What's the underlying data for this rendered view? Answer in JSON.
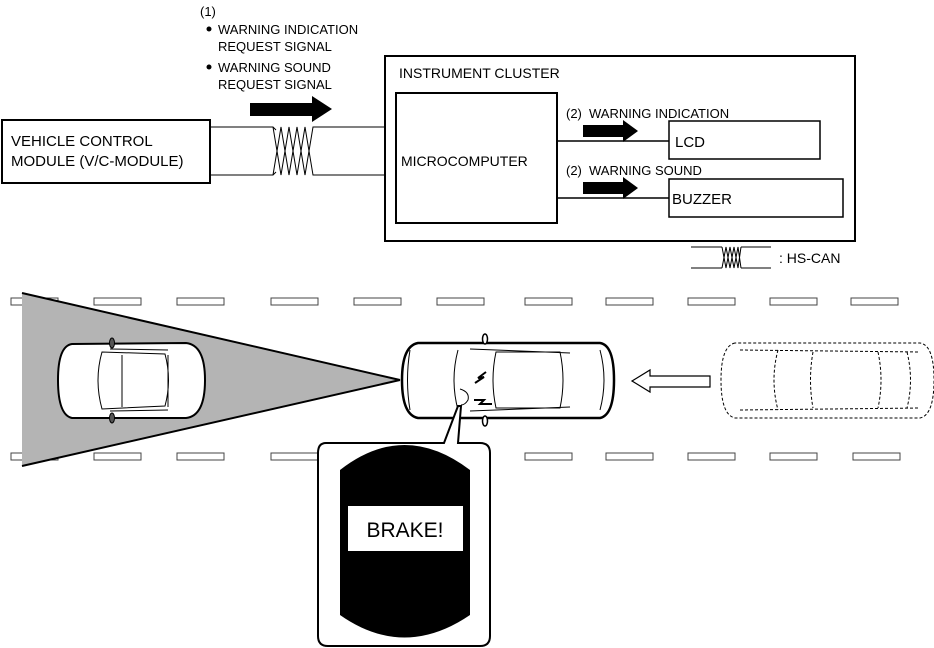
{
  "signal_label": {
    "number": "(1)",
    "items": [
      [
        "WARNING INDICATION",
        "REQUEST SIGNAL"
      ],
      [
        "WARNING SOUND",
        "REQUEST SIGNAL"
      ]
    ]
  },
  "vcm_box": {
    "line1": "VEHICLE CONTROL",
    "line2": "MODULE (V/C-MODULE)"
  },
  "instrument_cluster": {
    "title": "INSTRUMENT CLUSTER",
    "microcomputer": "MICROCOMPUTER",
    "outputs": [
      {
        "number": "(2)",
        "label": "WARNING INDICATION",
        "target": "LCD"
      },
      {
        "number": "(2)",
        "label": "WARNING SOUND",
        "target": "BUZZER"
      }
    ]
  },
  "legend": {
    "hs_can": ": HS-CAN"
  },
  "display": {
    "message": "BRAKE!"
  },
  "colors": {
    "detection_zone": "#b4b4b4",
    "display_bg": "#000000",
    "line": "#000000"
  }
}
